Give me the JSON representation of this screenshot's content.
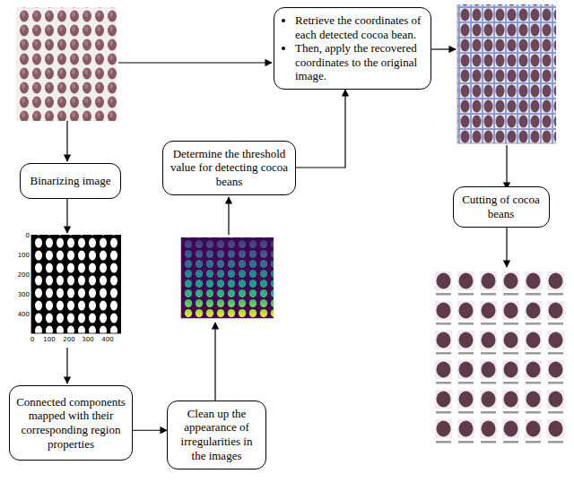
{
  "diagram": {
    "nodes": [
      {
        "text": [
          "Binarizing image"
        ]
      },
      {
        "text": [
          "Connected components mapped with their corresponding region properties"
        ]
      },
      {
        "text": [
          "Clean up the appearance of irregularities in the images"
        ]
      },
      {
        "text": [
          "Determine the threshold value for detecting cocoa beans"
        ]
      },
      {
        "text": [
          "Retrieve the coordinates of each detected cocoa bean.",
          "Then, apply the recovered coordinates to the original image."
        ]
      },
      {
        "text": [
          "Cutting of cocoa beans"
        ]
      }
    ],
    "edges": [
      {
        "from": 1,
        "to": 2,
        "arrow": "to"
      },
      {
        "from": 3,
        "to": 4,
        "arrow": "to"
      }
    ],
    "labels": [
      "0",
      "100",
      "200",
      "300",
      "400",
      "0",
      "100",
      "200",
      "300",
      "400"
    ]
  }
}
